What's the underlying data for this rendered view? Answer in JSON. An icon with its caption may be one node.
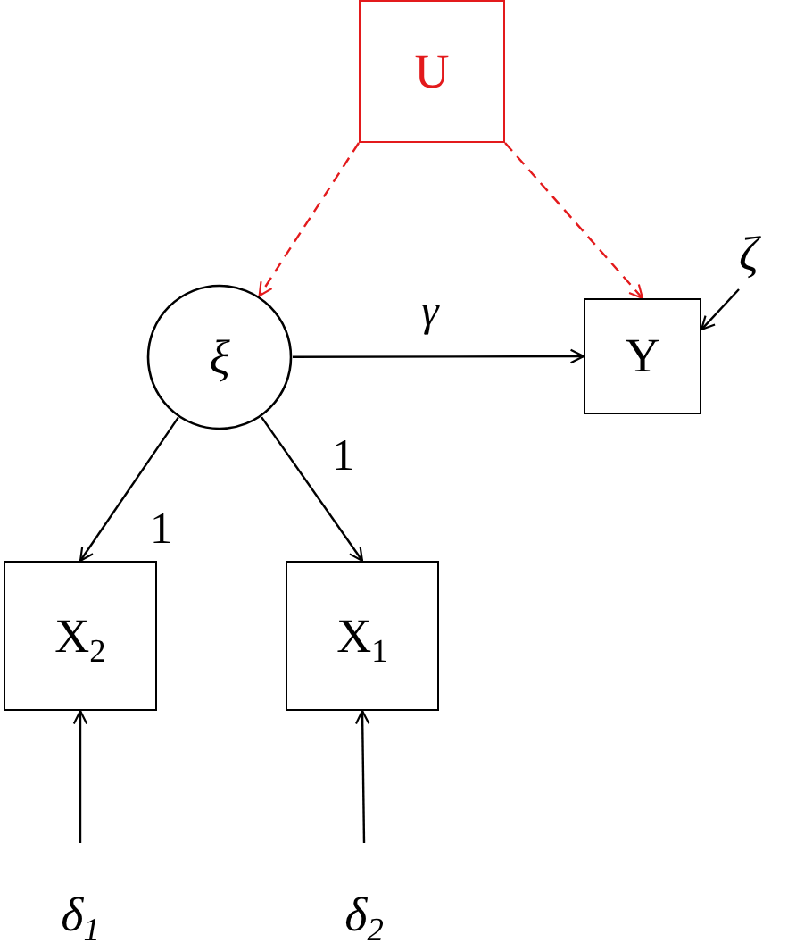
{
  "diagram": {
    "nodes": [
      {
        "text": [
          "U"
        ]
      },
      {
        "text": [
          "ξ"
        ]
      },
      {
        "text": [
          "Y"
        ]
      },
      {
        "text": [
          "ζ"
        ]
      },
      {
        "text": [
          "X$_{2}$"
        ]
      },
      {
        "text": [
          "X$_{1}$"
        ]
      },
      {
        "text": [
          "δ$_{1}$"
        ]
      },
      {
        "text": [
          "δ$_{2}$"
        ]
      }
    ],
    "edges": [
      {
        "from": 0,
        "to": 1,
        "arrow": "to",
        "style": "dashed",
        "color": "#e31a1c"
      },
      {
        "from": 0,
        "to": 2,
        "arrow": "to",
        "style": "dashed",
        "color": "#e31a1c"
      },
      {
        "from": 1,
        "to": 2,
        "arrow": "to",
        "label": "γ"
      },
      {
        "from": 1,
        "to": 4,
        "arrow": "to",
        "label": "1"
      },
      {
        "from": 1,
        "to": 5,
        "arrow": "to",
        "label": "1"
      },
      {
        "from": 3,
        "to": 2,
        "arrow": "to"
      },
      {
        "from": 6,
        "to": 4,
        "arrow": "to"
      },
      {
        "from": 7,
        "to": 5,
        "arrow": "to"
      }
    ]
  }
}
